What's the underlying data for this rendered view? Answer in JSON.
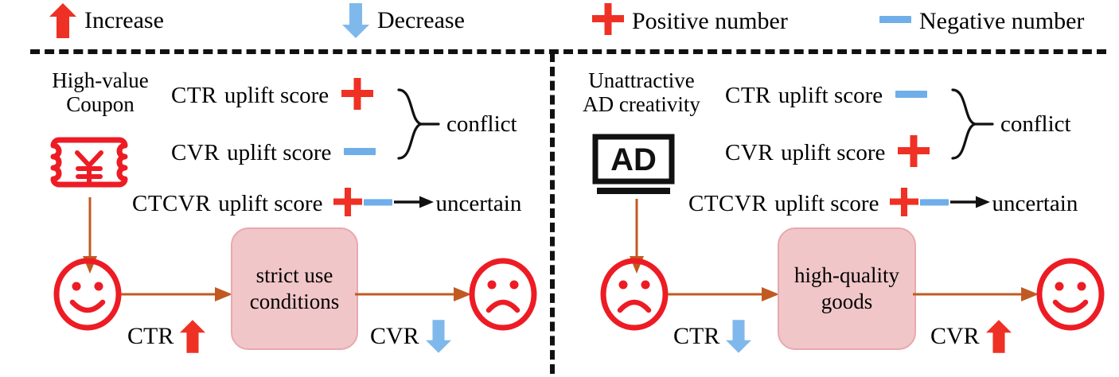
{
  "legend": {
    "items": [
      {
        "icon": "arrow-up-icon",
        "label": "Increase",
        "color": "#EE3124"
      },
      {
        "icon": "arrow-down-icon",
        "label": "Decrease",
        "color": "#7FB9EC"
      },
      {
        "icon": "plus-icon",
        "label": "Positive number",
        "color": "#EE3124"
      },
      {
        "icon": "minus-icon",
        "label": "Negative number",
        "color": "#6FAEE8"
      }
    ]
  },
  "colors": {
    "red": "#EE3124",
    "blue": "#6FAEE8",
    "light_blue_arrow": "#7FB9EC",
    "box_fill": "#F1C6C9",
    "box_border": "#E8A9AD",
    "flow_arrow": "#C15A22",
    "face": "#ED1C24",
    "divider": "#111111"
  },
  "panels": [
    {
      "id": "left",
      "source": {
        "title_line1": "High-value",
        "title_line2": "Coupon",
        "icon": "coupon-yen-icon",
        "symbol": "¥"
      },
      "scores": [
        {
          "metric": "CTR",
          "text": "uplift score",
          "sign": "positive"
        },
        {
          "metric": "CVR",
          "text": "uplift score",
          "sign": "negative"
        },
        {
          "metric": "CTCVR",
          "text": "uplift score",
          "sign": "both"
        }
      ],
      "brace_label": "conflict",
      "outcome_label": "uncertain",
      "flow": {
        "start_face": "smile",
        "end_face": "frown",
        "process": {
          "line1": "strict use",
          "line2": "conditions"
        },
        "left_metric": {
          "label": "CTR",
          "direction": "up"
        },
        "right_metric": {
          "label": "CVR",
          "direction": "down"
        }
      }
    },
    {
      "id": "right",
      "source": {
        "title_line1": "Unattractive",
        "title_line2": "AD  creativity",
        "icon": "ad-banner-icon",
        "symbol": "AD"
      },
      "scores": [
        {
          "metric": "CTR",
          "text": "uplift score",
          "sign": "negative"
        },
        {
          "metric": "CVR",
          "text": "uplift score",
          "sign": "positive"
        },
        {
          "metric": "CTCVR",
          "text": "uplift score",
          "sign": "both"
        }
      ],
      "brace_label": "conflict",
      "outcome_label": "uncertain",
      "flow": {
        "start_face": "frown",
        "end_face": "smile",
        "process": {
          "line1": "high-quality",
          "line2": "goods"
        },
        "left_metric": {
          "label": "CTR",
          "direction": "down"
        },
        "right_metric": {
          "label": "CVR",
          "direction": "up"
        }
      }
    }
  ]
}
